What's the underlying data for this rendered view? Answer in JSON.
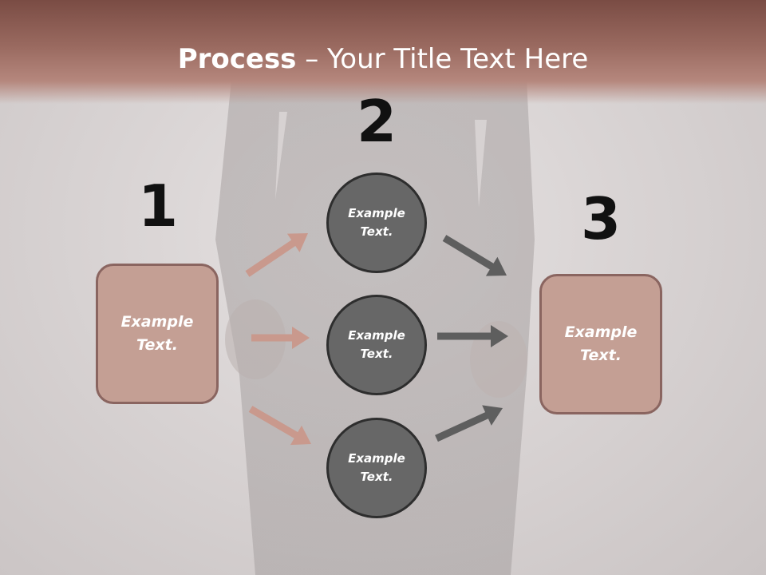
{
  "title": {
    "bold": "Process",
    "rest": " – Your Title Text Here"
  },
  "steps": [
    {
      "number": "1",
      "text": "Example\nText."
    },
    {
      "number": "2",
      "text": "Example\nText."
    },
    {
      "number": "3",
      "text": "Example\nText."
    }
  ],
  "circles": [
    {
      "text": "Example\nText."
    },
    {
      "text": "Example\nText."
    },
    {
      "text": "Example\nText."
    }
  ],
  "colors": {
    "header": "#9a6a60",
    "box_fill": "#c49f94",
    "box_border": "#8a6560",
    "circle_fill": "#676767",
    "circle_border": "#2e2e2e",
    "arrow_left": "#c9998d",
    "arrow_right": "#5e5e5e"
  }
}
